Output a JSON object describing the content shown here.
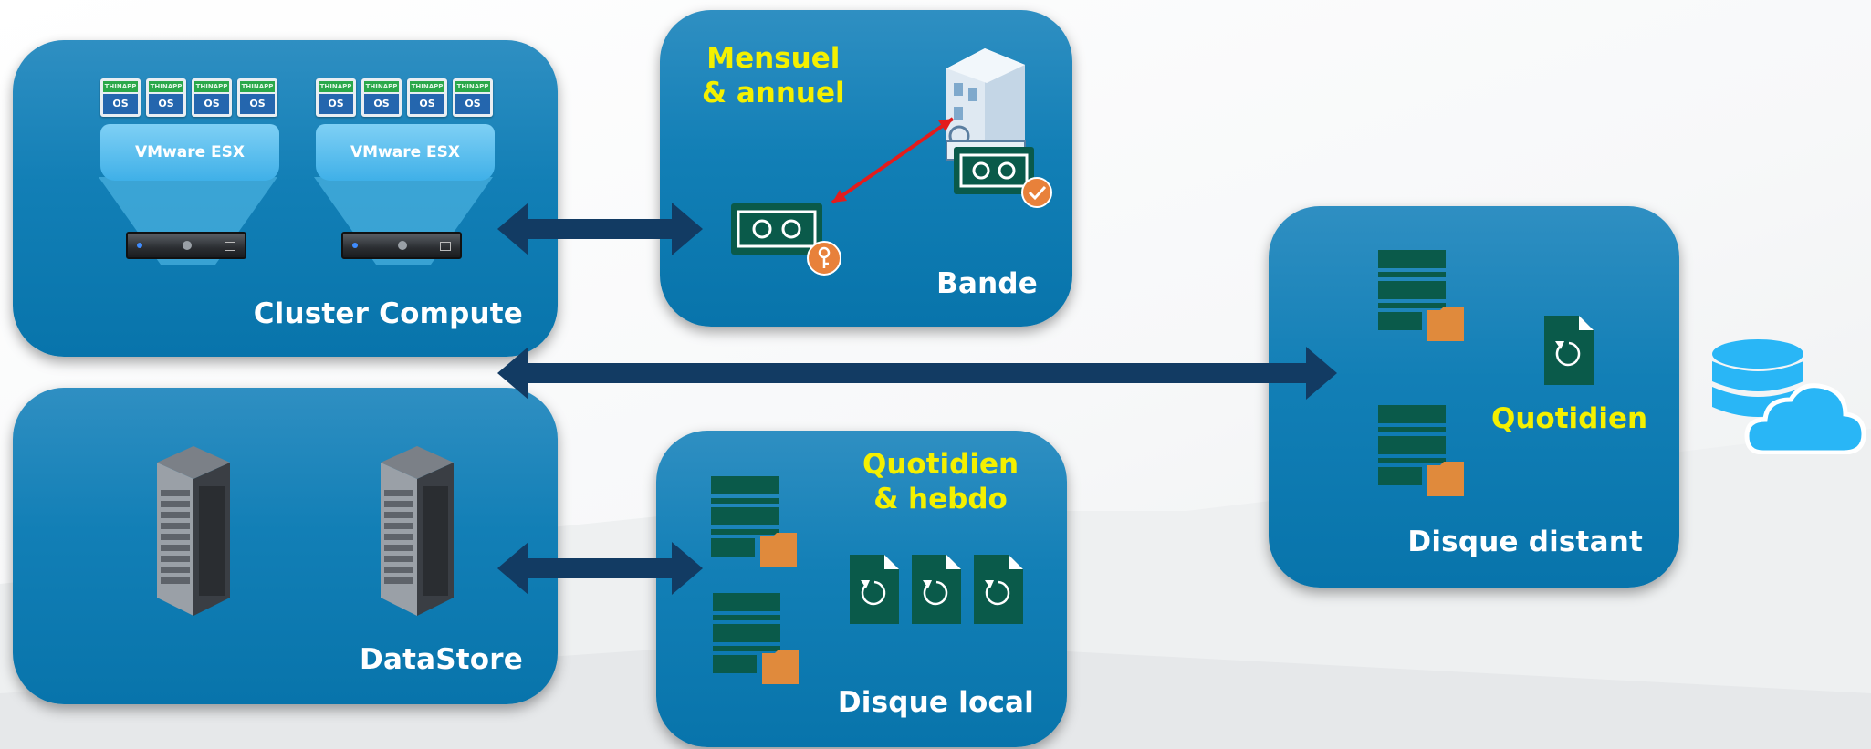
{
  "panels": {
    "cluster": {
      "label": "Cluster Compute",
      "vm_app": "THINAPP",
      "vm_os": "OS",
      "esx_left": "VMware ESX",
      "esx_right": "VMware ESX"
    },
    "bande": {
      "label": "Bande",
      "schedule": "Mensuel\n& annuel"
    },
    "datastore": {
      "label": "DataStore"
    },
    "disque_local": {
      "label": "Disque local",
      "schedule": "Quotidien\n& hebdo"
    },
    "disque_distant": {
      "label": "Disque distant",
      "schedule": "Quotidien"
    }
  },
  "colors": {
    "panel": "#0f7db4",
    "highlight_text": "#f4f000",
    "label_text": "#ffffff",
    "arrow": "#123b63",
    "backup_icon": "#0a5a4a",
    "folder": "#e08a3c",
    "cloud": "#29b6f6",
    "red_arrow": "#e31c1c"
  },
  "icons": [
    "vm-icon",
    "server-icon",
    "tape-icon",
    "building-icon",
    "key-badge-icon",
    "check-badge-icon",
    "backup-stack-icon",
    "restore-file-icon",
    "database-cloud-icon",
    "rack-server-icon"
  ]
}
